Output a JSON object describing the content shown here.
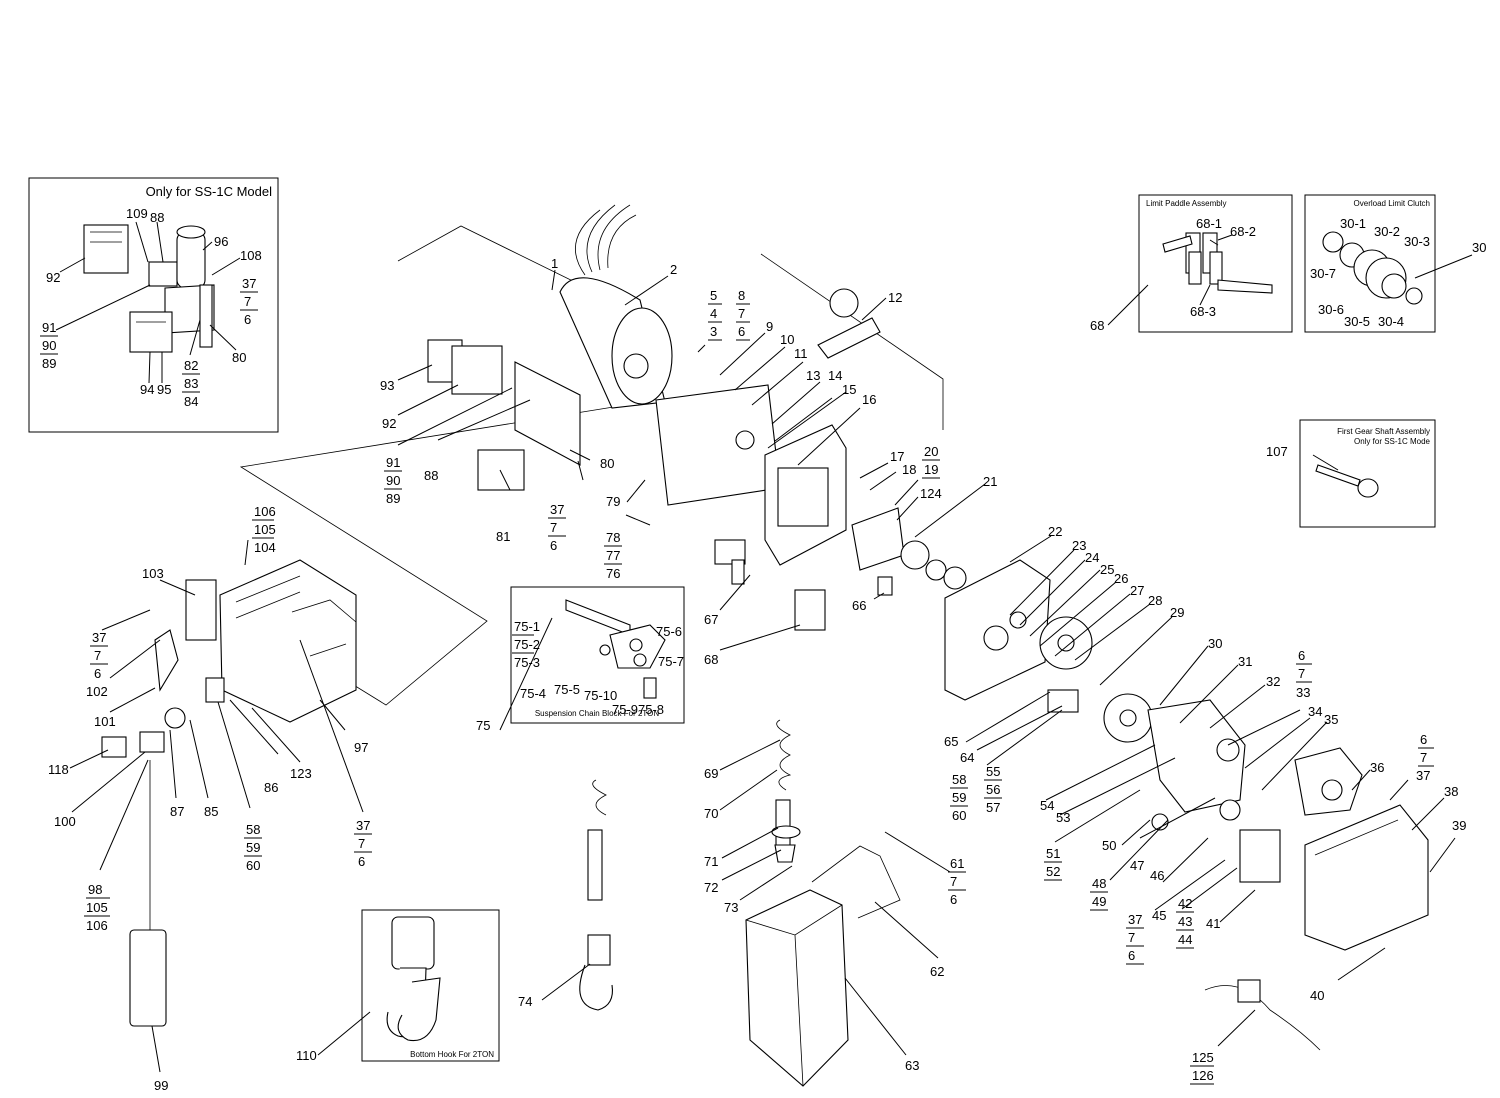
{
  "insets": {
    "ss1c_title": "Only for SS-1C Model",
    "limit_paddle_title": "Limit Paddle Assembly",
    "overload_title": "Overload Limit Clutch",
    "first_gear_title_1": "First Gear Shaft Assembly",
    "first_gear_title_2": "Only for SS-1C Mode",
    "suspension_caption": "Suspension  Chain Block For 2TON",
    "bottom_hook_caption": "Bottom Hook For 2TON"
  },
  "callouts": {
    "c1": "1",
    "c2": "2",
    "c5": "5",
    "c4": "4",
    "c3": "3",
    "c8": "8",
    "c7a": "7",
    "c6a": "6",
    "c9": "9",
    "c10": "10",
    "c11": "11",
    "c12": "12",
    "c13": "13",
    "c14": "14",
    "c15": "15",
    "c16": "16",
    "c17": "17",
    "c18": "18",
    "c20": "20",
    "c19": "19",
    "c124": "124",
    "c21": "21",
    "c22": "22",
    "c23": "23",
    "c24": "24",
    "c25": "25",
    "c26": "26",
    "c27": "27",
    "c28": "28",
    "c29": "29",
    "c30a": "30",
    "c31": "31",
    "c32": "32",
    "c6b": "6",
    "c7b": "7",
    "c33": "33",
    "c34": "34",
    "c35": "35",
    "c36": "36",
    "c6c": "6",
    "c7c": "7",
    "c37c": "37",
    "c38": "38",
    "c39": "39",
    "c40": "40",
    "c125": "125",
    "c126": "126",
    "c41": "41",
    "c42": "42",
    "c43": "43",
    "c44": "44",
    "c45": "45",
    "c37d": "37",
    "c7d": "7",
    "c6d": "6",
    "c46": "46",
    "c47": "47",
    "c48": "48",
    "c49": "49",
    "c50": "50",
    "c51": "51",
    "c52": "52",
    "c53": "53",
    "c54": "54",
    "c55": "55",
    "c56": "56",
    "c57": "57",
    "c58a": "58",
    "c59a": "59",
    "c60a": "60",
    "c64": "64",
    "c65": "65",
    "c66": "66",
    "c67": "67",
    "c68a": "68",
    "c69": "69",
    "c70": "70",
    "c71": "71",
    "c72": "72",
    "c73": "73",
    "c74": "74",
    "c61": "61",
    "c7e": "7",
    "c6e": "6",
    "c62": "62",
    "c63": "63",
    "c75": "75",
    "c75_1": "75-1",
    "c75_2": "75-2",
    "c75_3": "75-3",
    "c75_4": "75-4",
    "c75_5": "75-5",
    "c75_6": "75-6",
    "c75_7": "75-7",
    "c75_8": "75-8",
    "c75_9": "75-9",
    "c75_10": "75-10",
    "c78": "78",
    "c77": "77",
    "c76": "76",
    "c79": "79",
    "c81": "81",
    "c80a": "80",
    "c37f": "37",
    "c7f": "7",
    "c6f": "6",
    "c93": "93",
    "c92a": "92",
    "c91a": "91",
    "c90a": "90",
    "c89a": "89",
    "c88a": "88",
    "c92b": "92",
    "c109": "109",
    "c88b": "88",
    "c96": "96",
    "c108": "108",
    "c37g": "37",
    "c7g": "7",
    "c6g": "6",
    "c91b": "91",
    "c90b": "90",
    "c89b": "89",
    "c80b": "80",
    "c94": "94",
    "c95": "95",
    "c82": "82",
    "c83": "83",
    "c84": "84",
    "c106a": "106",
    "c105a": "105",
    "c104": "104",
    "c103": "103",
    "c37h": "37",
    "c7h": "7",
    "c6h": "6",
    "c102": "102",
    "c101": "101",
    "c118": "118",
    "c100": "100",
    "c87": "87",
    "c85": "85",
    "c58b": "58",
    "c59b": "59",
    "c60b": "60",
    "c86": "86",
    "c123": "123",
    "c97": "97",
    "c37i": "37",
    "c7i": "7",
    "c6i": "6",
    "c98": "98",
    "c105b": "105",
    "c106b": "106",
    "c99": "99",
    "c110": "110",
    "c68b": "68",
    "c68_1": "68-1",
    "c68_2": "68-2",
    "c68_3": "68-3",
    "c30b": "30",
    "c30_1": "30-1",
    "c30_2": "30-2",
    "c30_3": "30-3",
    "c30_4": "30-4",
    "c30_5": "30-5",
    "c30_6": "30-6",
    "c30_7": "30-7",
    "c107": "107"
  },
  "colors": {
    "line": "#000000",
    "background": "#ffffff"
  }
}
